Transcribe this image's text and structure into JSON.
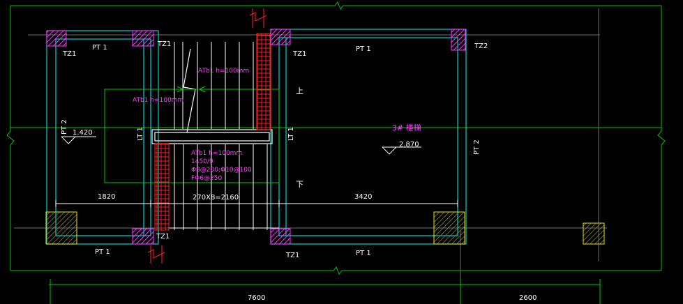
{
  "labels": {
    "tz1": "TZ1",
    "tz2": "TZ2",
    "pt1": "PT 1",
    "pt2": "PT 2",
    "lt1": "LT 1",
    "up": "上",
    "down": "下",
    "level_left": "1.420",
    "level_right": "2.870",
    "stair_label": "3# 楼梯",
    "atb1_upper": "ATb1 h=100mm",
    "atb1_mid": "ATb1 h=100mm",
    "atb1_lower_1": "ATb1 h=100mm",
    "atb1_lower_2": "1450/9",
    "atb1_lower_3": "Φ8@200;Φ10@100",
    "atb1_lower_4": "FΦ6@250",
    "dim_1820": "1820",
    "dim_stairs": "270X8=2160",
    "dim_3420": "3420",
    "dim_7600": "7600",
    "dim_2600": "2600"
  },
  "colors": {
    "background": "#000000",
    "wall": "#00d2d2",
    "frame": "#00c800",
    "column_magenta": "#ff33ff",
    "column_yellow": "#e6e600",
    "break_red": "#ff2020",
    "note_magenta": "#ff40ff",
    "text_white": "#ffffff"
  }
}
